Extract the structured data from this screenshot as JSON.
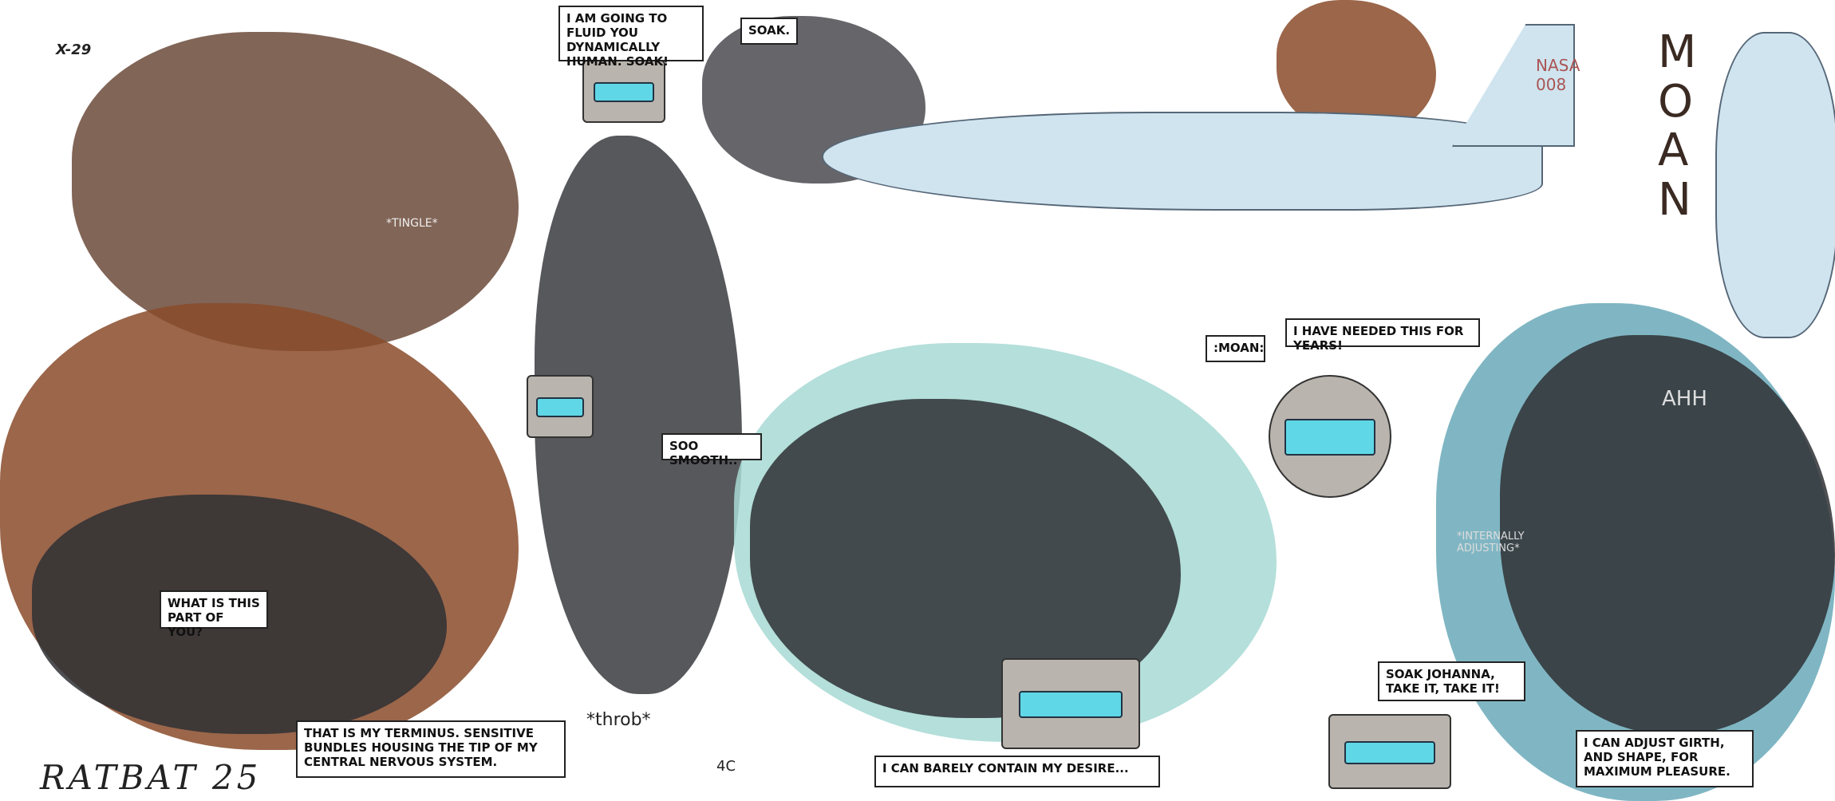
{
  "page": {
    "label": "X-29",
    "page_number": "4C",
    "signature": "RATBAT 25"
  },
  "dialogue": {
    "fluid": "I am going to fluid you dynamically human. Soak!",
    "soak": "Soak.",
    "smooth": "Soo smooth..",
    "moan_small": ":MOAN:",
    "needed": "I have needed this for years!",
    "what_part": "What is this part of you?",
    "terminus": "That is my terminus. Sensitive bundles housing the tip of my central nervous system.",
    "desire": "I can barely contain my desire...",
    "soak_johanna": "Soak Johanna, take it, take it!",
    "adjust": "I can adjust girth, and shape, for maximum pleasure."
  },
  "sfx": {
    "tingle": "*TINGLE*",
    "throb": "*throb*",
    "moan_big": "MOAN",
    "ahh": "AHH",
    "adjusting": "*INTERNALLY ADJUSTING*",
    "nasa": "NASA 008"
  },
  "colors": {
    "skin": "#8a4b2a",
    "dark": "#2e3034",
    "cyan": "#5fd7e6",
    "jet": "#cfe4ee"
  }
}
